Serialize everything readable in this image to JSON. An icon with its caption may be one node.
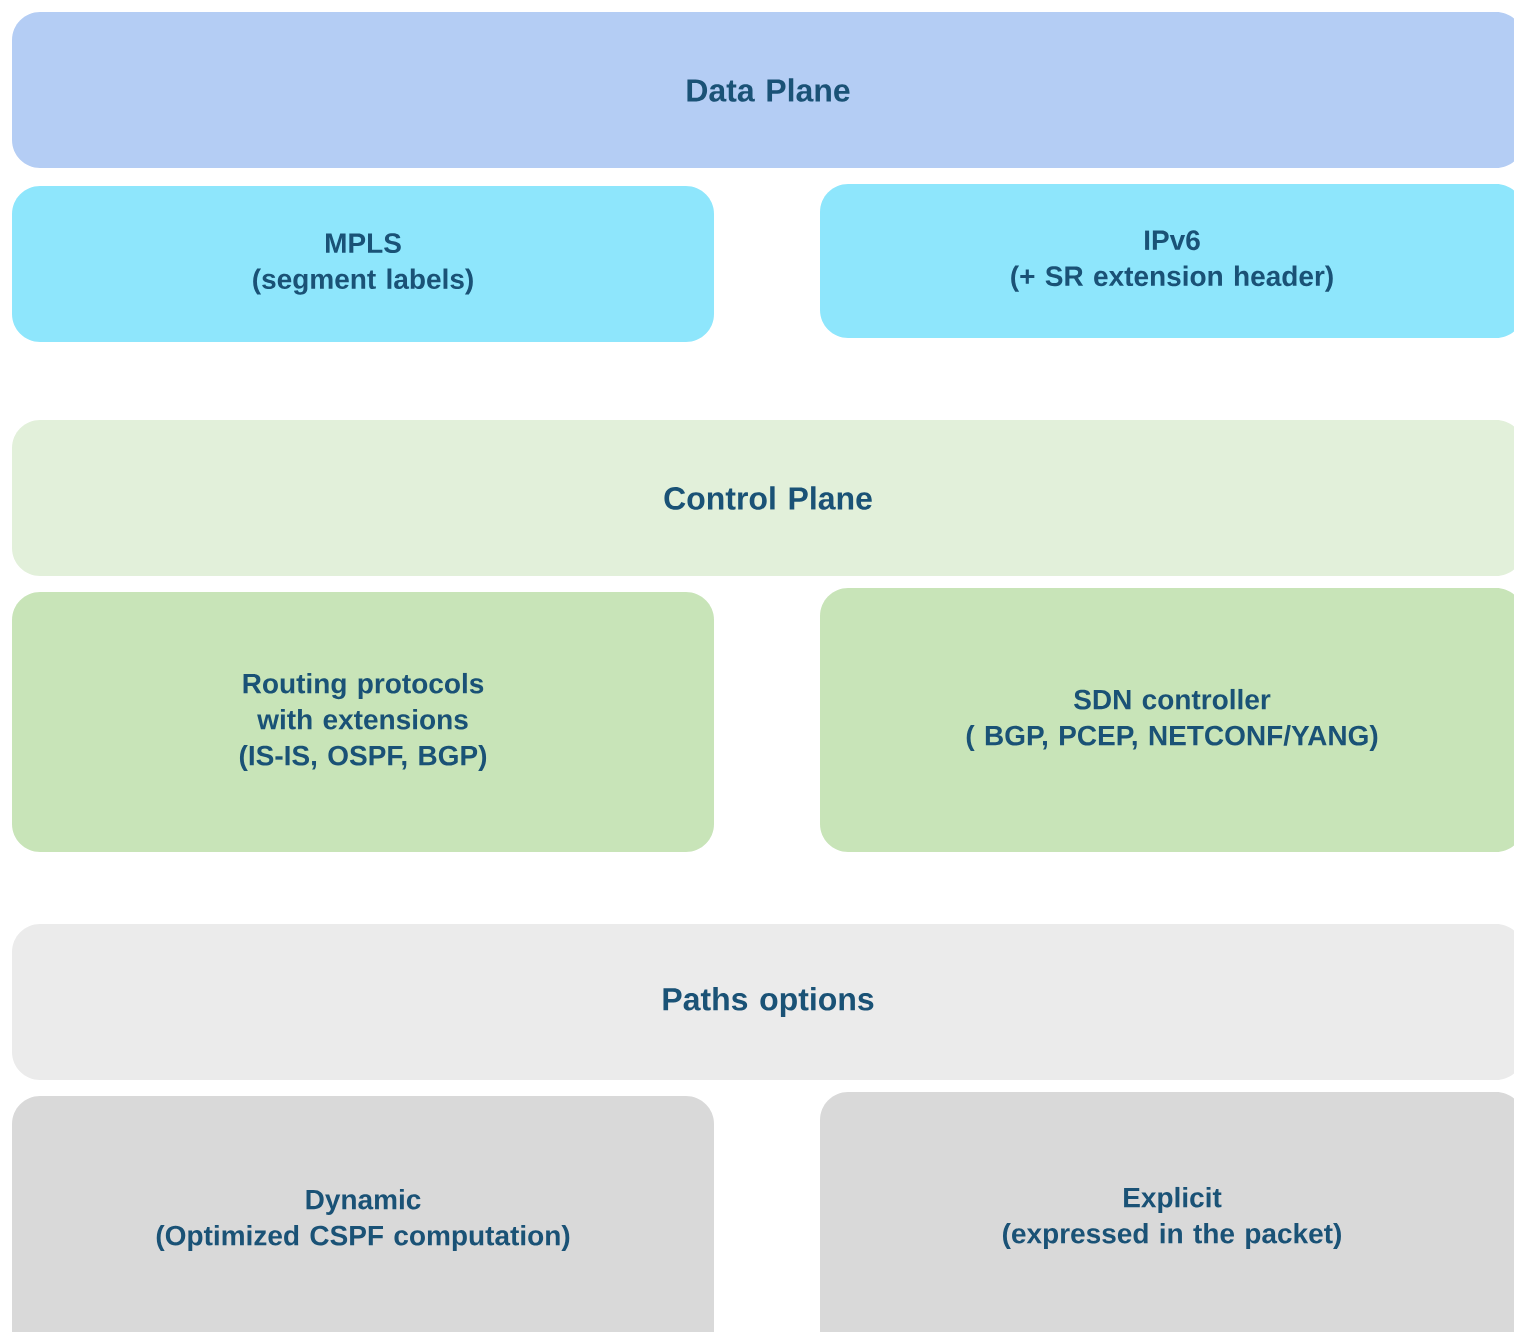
{
  "diagram": {
    "nodes": [
      {
        "text": [
          "Data Plane"
        ]
      },
      {
        "text": [
          "MPLS",
          "(segment labels)"
        ]
      },
      {
        "text": [
          "IPv6",
          "(+ SR extension header)"
        ]
      },
      {
        "text": [
          "Control Plane"
        ]
      },
      {
        "text": [
          "Routing protocols with extensions",
          "(IS-IS, OSPF, BGP)"
        ]
      },
      {
        "text": [
          "SDN controller",
          "( BGP, PCEP, NETCONF/YANG)"
        ]
      },
      {
        "text": [
          "Paths options"
        ]
      },
      {
        "text": [
          "Dynamic",
          "(Optimized CSPF computation)"
        ]
      },
      {
        "text": [
          "Explicit",
          "(expressed in the packet)"
        ]
      }
    ]
  }
}
